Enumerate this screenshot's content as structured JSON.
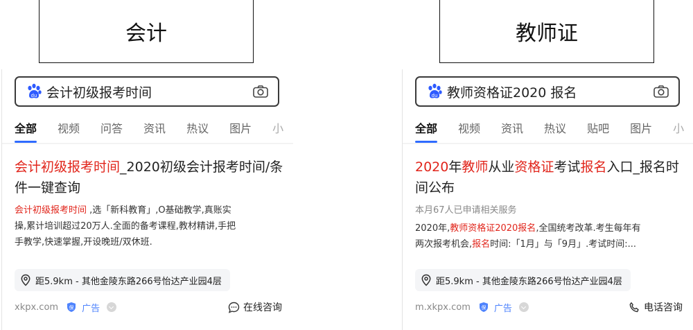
{
  "labels": {
    "left": "会计",
    "right": "教师证"
  },
  "left": {
    "query": "会计初级报考时间",
    "tabs": [
      "全部",
      "视频",
      "问答",
      "资讯",
      "热议",
      "图片",
      "小"
    ],
    "title_hl": "会计初级报考时间",
    "title_rest": "_2020初级会计报考时间/条件一键查询",
    "desc_hl": "会计初级报考时间",
    "desc_line1_rest": " ,选「新科教育」,O基础教学,真账实",
    "desc_line2": "操,累计培训超过20万人.全面的备考课程,教材精讲,手把",
    "desc_line3": "手教学,快速掌握,开设晚班/双休班.",
    "location": "距5.9km - 其他金陵东路266号怡达产业园4层",
    "domain": "xkpx.com",
    "ad_label": "广告",
    "action": "在线咨询"
  },
  "right": {
    "query": "教师资格证2020 报名",
    "tabs": [
      "全部",
      "视频",
      "资讯",
      "热议",
      "贴吧",
      "图片",
      "小"
    ],
    "title_p1": "2020",
    "title_p2": "年",
    "title_p3": "教师",
    "title_p4": "从业",
    "title_p5": "资格证",
    "title_p6": "考试",
    "title_p7": "报名",
    "title_p8": "入口_报名时间公布",
    "meta": "本月67人已申请相关服务",
    "desc_p1": "2020年,",
    "desc_p2": "教师资格证2020报名",
    "desc_p3": ",全国统考改革.考生每年有",
    "desc_l2_p1": "两次报考机会,",
    "desc_l2_p2": "报名",
    "desc_l2_p3": "时间:「1月」与「9月」.考试时间:...",
    "location": "距5.9km - 其他金陵东路266号怡达产业园4层",
    "domain": "m.xkpx.com",
    "ad_label": "广告",
    "action": "电话咨询"
  },
  "colors": {
    "highlight": "#e1251b",
    "ad": "#4e83fd",
    "tab_indicator": "#2f6bff"
  }
}
